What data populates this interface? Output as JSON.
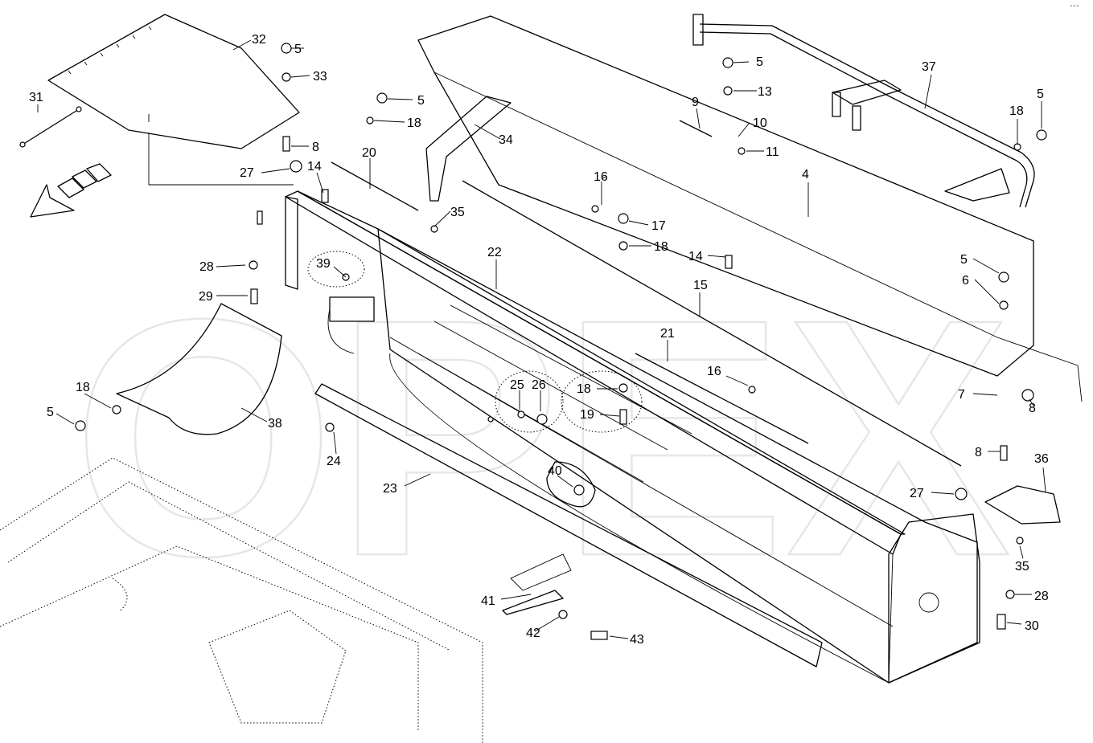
{
  "watermark": {
    "text": "OPEX"
  },
  "corner_mark": "°°°",
  "callouts": {
    "c4": "4",
    "c5a": "5",
    "c5b": "5",
    "c5c": "5",
    "c5d": "5",
    "c5e": "5",
    "c5f": "5",
    "c6": "6",
    "c7": "7",
    "c8a": "8",
    "c8b": "8",
    "c8c": "8",
    "c9": "9",
    "c10": "10",
    "c11": "11",
    "c13": "13",
    "c14a": "14",
    "c14b": "14",
    "c15": "15",
    "c16a": "16",
    "c16b": "16",
    "c17": "17",
    "c18a": "18",
    "c18b": "18",
    "c18c": "18",
    "c18d": "18",
    "c18e": "18",
    "c19": "19",
    "c20": "20",
    "c21": "21",
    "c22": "22",
    "c23": "23",
    "c24": "24",
    "c25": "25",
    "c26": "26",
    "c27a": "27",
    "c27b": "27",
    "c28a": "28",
    "c28b": "28",
    "c29": "29",
    "c30": "30",
    "c31": "31",
    "c32": "32",
    "c33": "33",
    "c34": "34",
    "c35a": "35",
    "c35b": "35",
    "c36": "36",
    "c37": "37",
    "c38": "38",
    "c39": "39",
    "c40": "40",
    "c41": "41",
    "c42": "42",
    "c43": "43"
  }
}
